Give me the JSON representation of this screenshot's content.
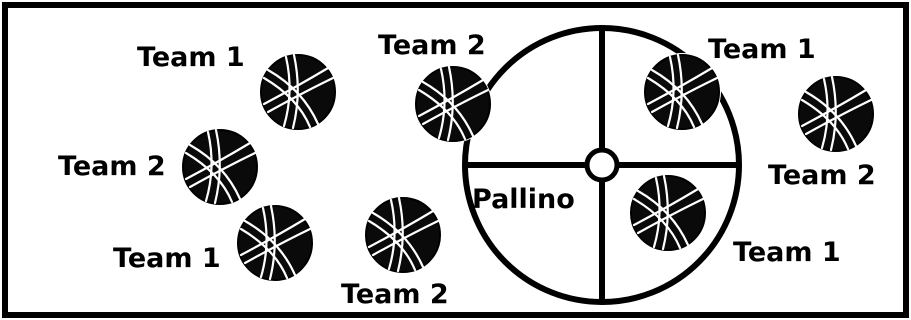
{
  "colors": {
    "background": "#ffffff",
    "border": "#000000",
    "ball_fill": "#0a0a0a",
    "ball_lines": "#ffffff"
  },
  "court_divider": {
    "pallino_label": "Pallino"
  },
  "balls": [
    {
      "team_label": "Team 1"
    },
    {
      "team_label": "Team 2"
    },
    {
      "team_label": "Team 1"
    },
    {
      "team_label": "Team 2"
    },
    {
      "team_label": "Team 1"
    },
    {
      "team_label": "Team 2"
    },
    {
      "team_label": "Team 2"
    },
    {
      "team_label": "Team 1"
    }
  ]
}
